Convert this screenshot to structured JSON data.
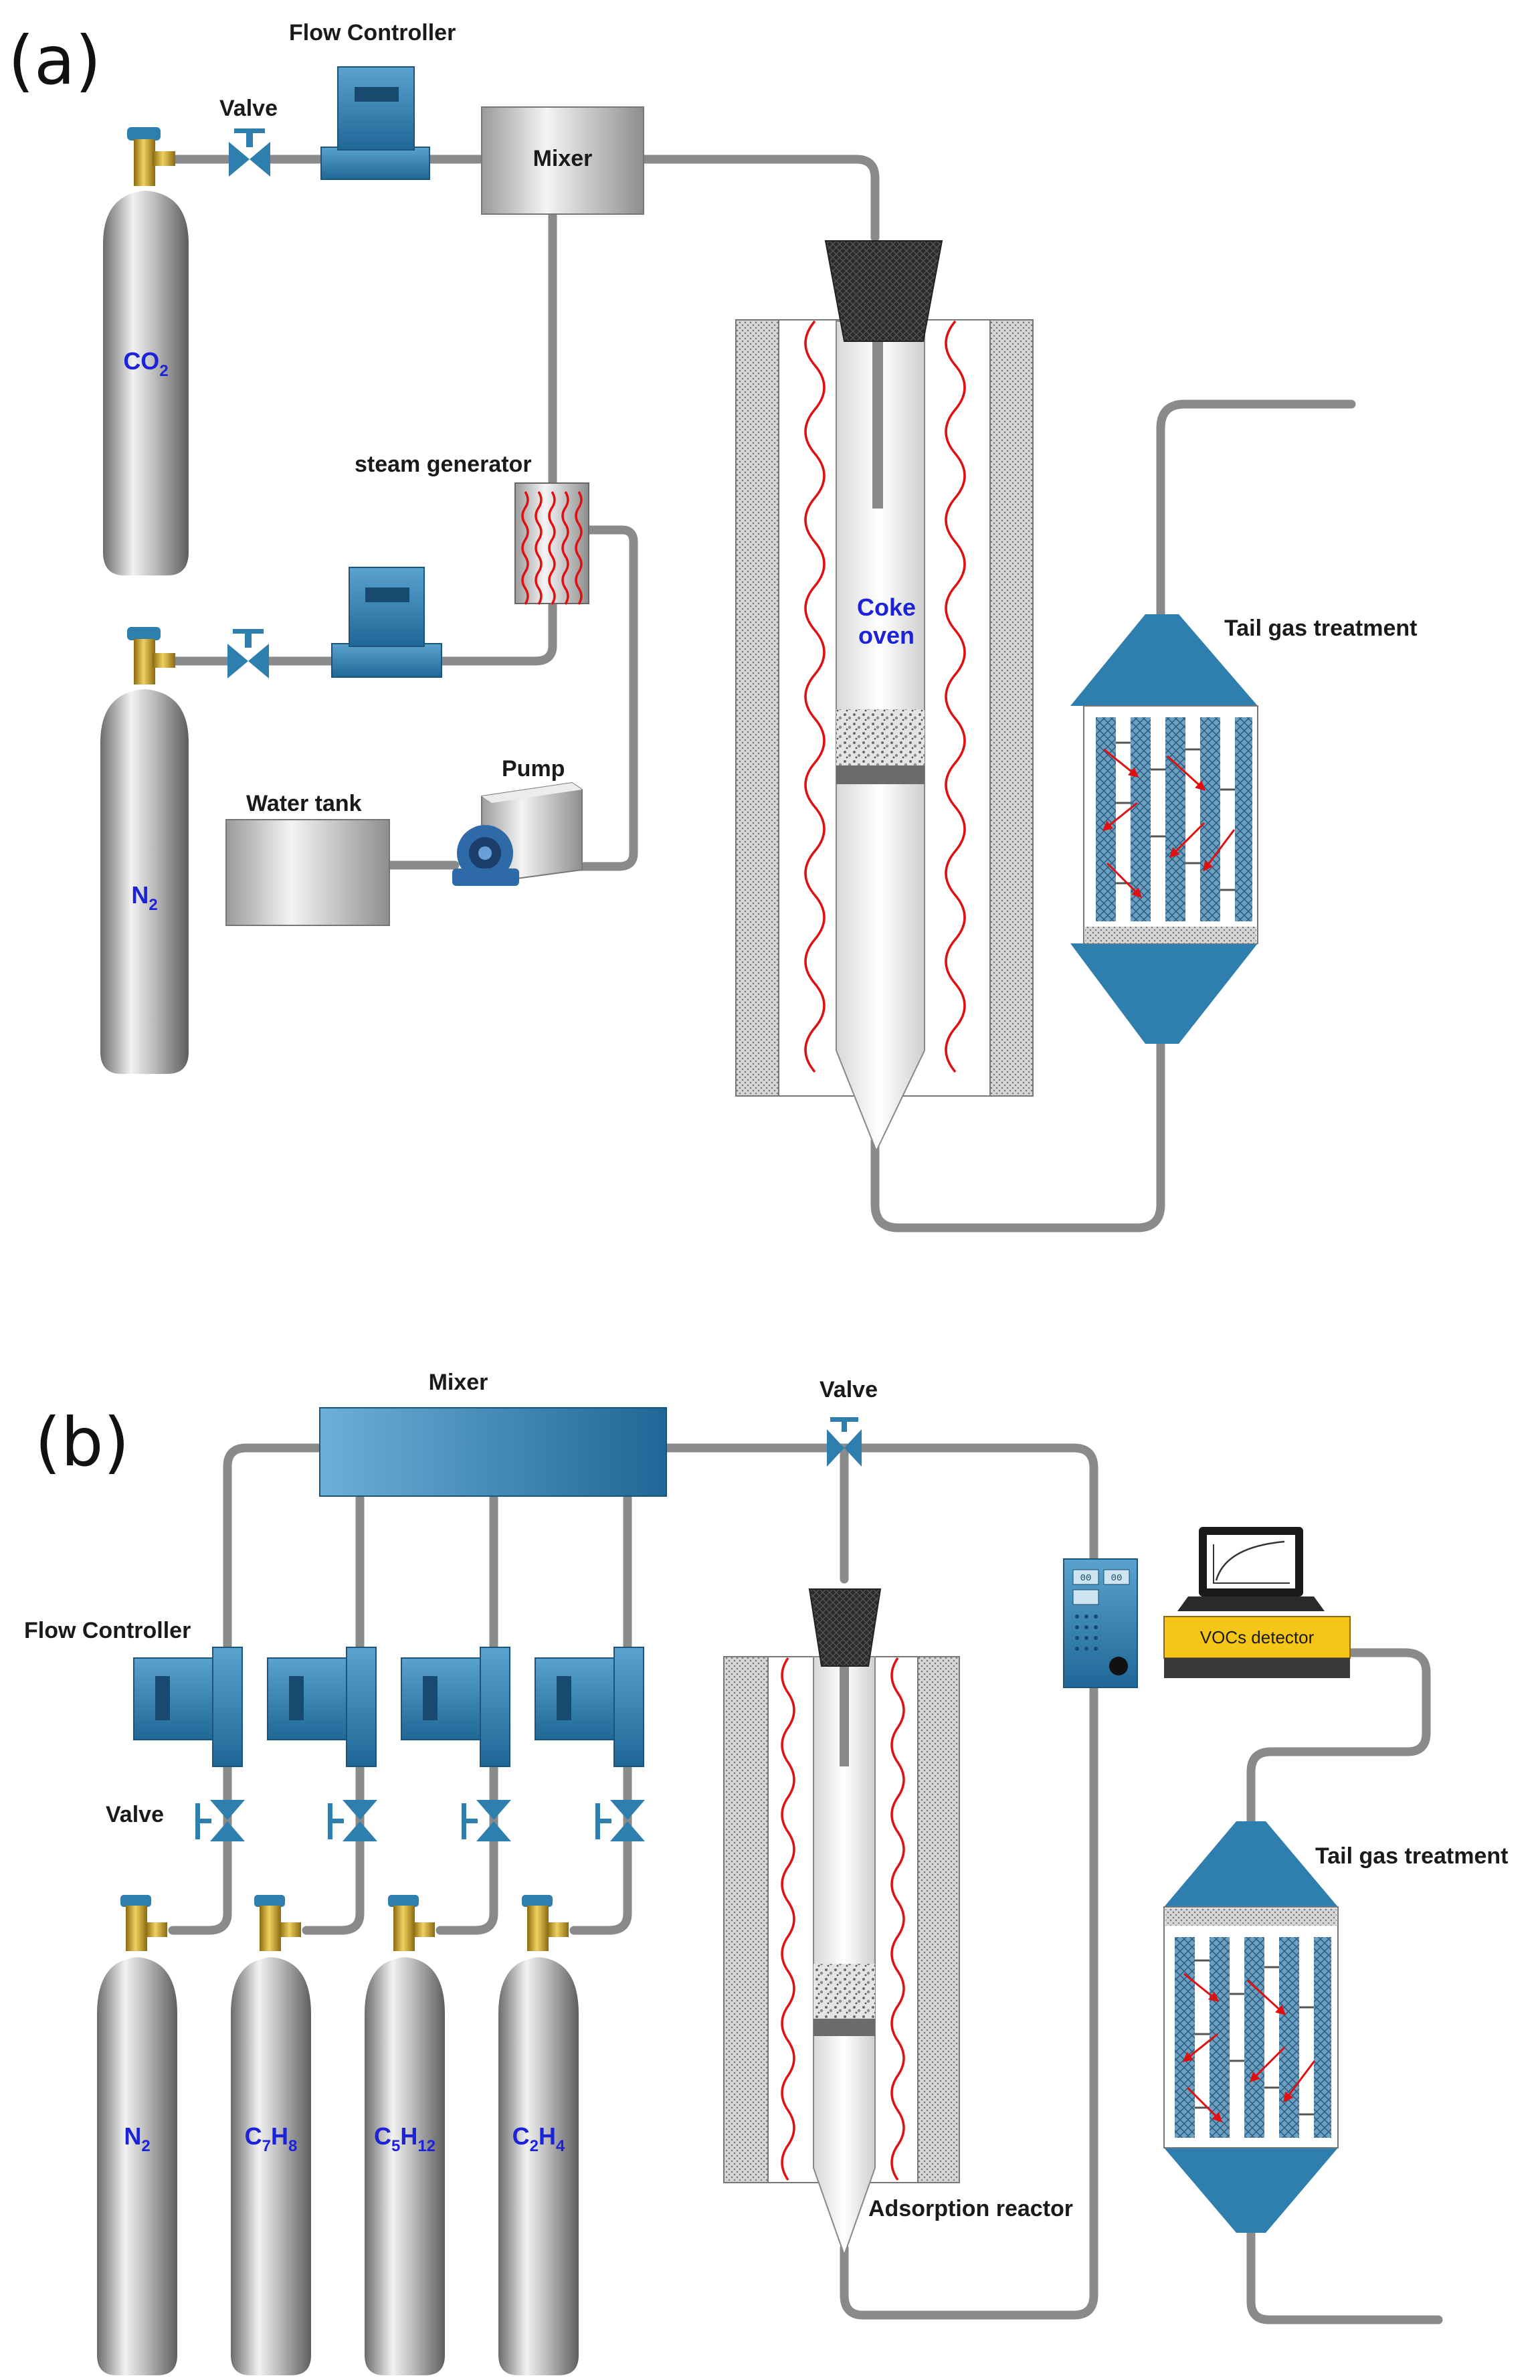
{
  "panel_a": {
    "tag": "(a)",
    "labels": {
      "flow_controller": "Flow Controller",
      "valve": "Valve",
      "mixer": "Mixer",
      "steam_generator": "steam generator",
      "water_tank": "Water tank",
      "pump": "Pump",
      "coke_oven_line1": "Coke",
      "coke_oven_line2": "oven",
      "tail_gas": "Tail gas treatment"
    },
    "cylinders": [
      {
        "main": "CO",
        "sub": "2"
      },
      {
        "main": "N",
        "sub": "2"
      }
    ]
  },
  "panel_b": {
    "tag": "(b)",
    "labels": {
      "mixer": "Mixer",
      "valve_top": "Valve",
      "flow_controller": "Flow Controller",
      "valve": "Valve",
      "vocs_detector": "VOCs detector",
      "tail_gas": "Tail gas treatment",
      "adsorption_reactor": "Adsorption reactor"
    },
    "cylinders": [
      {
        "p1": "N",
        "s1": "2",
        "p2": "",
        "s2": ""
      },
      {
        "p1": "C",
        "s1": "7",
        "p2": "H",
        "s2": "8"
      },
      {
        "p1": "C",
        "s1": "5",
        "p2": "H",
        "s2": "12"
      },
      {
        "p1": "C",
        "s1": "2",
        "p2": "H",
        "s2": "4"
      }
    ],
    "detector_screen": {
      "digit_a": "00",
      "digit_b": "00"
    }
  },
  "colors": {
    "equipment_blue": "#2f7fae",
    "pipe_gray": "#8a8a8a",
    "heater_red": "#e01010",
    "label_blue": "#1c22d8",
    "detector_yellow": "#f5c518",
    "valve_brass": "#c9a227"
  },
  "icons": [
    "gas-cylinder-icon",
    "valve-icon",
    "flow-controller-icon",
    "mixer-icon",
    "steam-generator-icon",
    "pump-icon",
    "water-tank-icon",
    "furnace-icon",
    "tail-gas-treatment-icon",
    "laptop-icon",
    "vocs-detector-icon"
  ]
}
